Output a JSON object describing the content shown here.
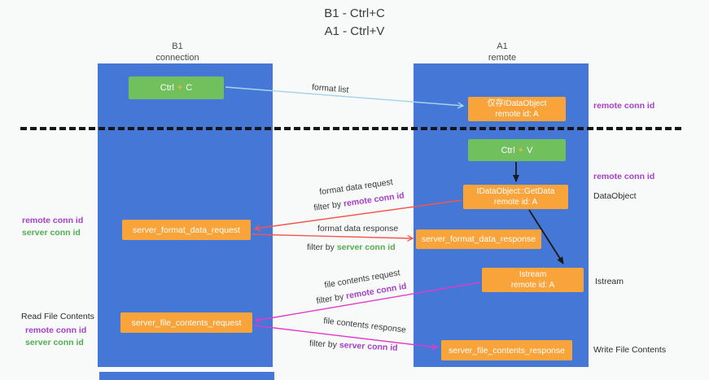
{
  "title": {
    "line1": "B1 - Ctrl+C",
    "line2": "A1 - Ctrl+V"
  },
  "lanes": {
    "left": {
      "name": "B1",
      "subtitle": "connection"
    },
    "right": {
      "name": "A1",
      "subtitle": "remote"
    }
  },
  "nodes": {
    "ctrl_c": {
      "pre": "Ctrl",
      "plus": "+",
      "post": "C"
    },
    "ctrl_v": {
      "pre": "Ctrl",
      "plus": "+",
      "post": "V"
    },
    "idataobject": {
      "line1": "仅存IDataObject",
      "line2": "remote id: A"
    },
    "getdata": {
      "line1": "IDataObject::GetData",
      "line2": "remote id: A"
    },
    "istream": {
      "line1": "Istream",
      "line2": "remote id: A"
    },
    "format_request": "server_format_data_request",
    "format_response": "server_format_data_response",
    "file_request": "server_file_contents_request",
    "file_response": "server_file_contents_response"
  },
  "labels": {
    "format_list": "format list",
    "format_data_request": "format data request",
    "format_data_response": "format data response",
    "file_contents_request": "file contents request",
    "file_contents_response": "file contents response",
    "filter_by": "filter by",
    "remote_conn_id": "remote conn id",
    "server_conn_id": "server conn id",
    "dataobject": "DataObject",
    "istream": "Istream",
    "read_file_contents": "Read File Contents",
    "write_file_contents": "Write File Contents"
  },
  "colors": {
    "lane_blue": "#4577D6",
    "box_orange": "#F9A43B",
    "box_green": "#70C05E",
    "arrow_red": "#F4564E",
    "arrow_magenta": "#E13ACB",
    "arrow_light_blue": "#A8D4EE",
    "text_purple": "#A640C8",
    "text_green": "#4FAE4F"
  }
}
